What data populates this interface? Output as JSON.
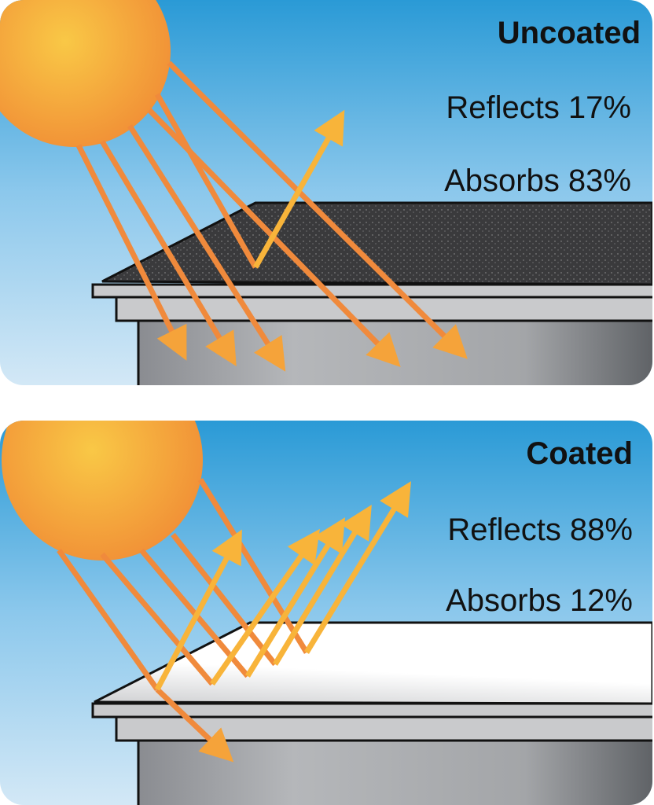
{
  "panels": [
    {
      "title": "Uncoated",
      "reflects": "Reflects 17%",
      "absorbs": "Absorbs 83%",
      "roof_color": "#3a3a3c"
    },
    {
      "title": "Coated",
      "reflects": "Reflects 88%",
      "absorbs": "Absorbs 12%",
      "roof_color": "#ffffff"
    }
  ],
  "colors": {
    "sky_top": "#2a9ad6",
    "sky_bottom": "#d3e8f6",
    "incoming_ray": "#f08a3c",
    "reflected_ray": "#f8b43a",
    "sun_inner": "#f9c846",
    "sun_outer": "#f18f36"
  }
}
